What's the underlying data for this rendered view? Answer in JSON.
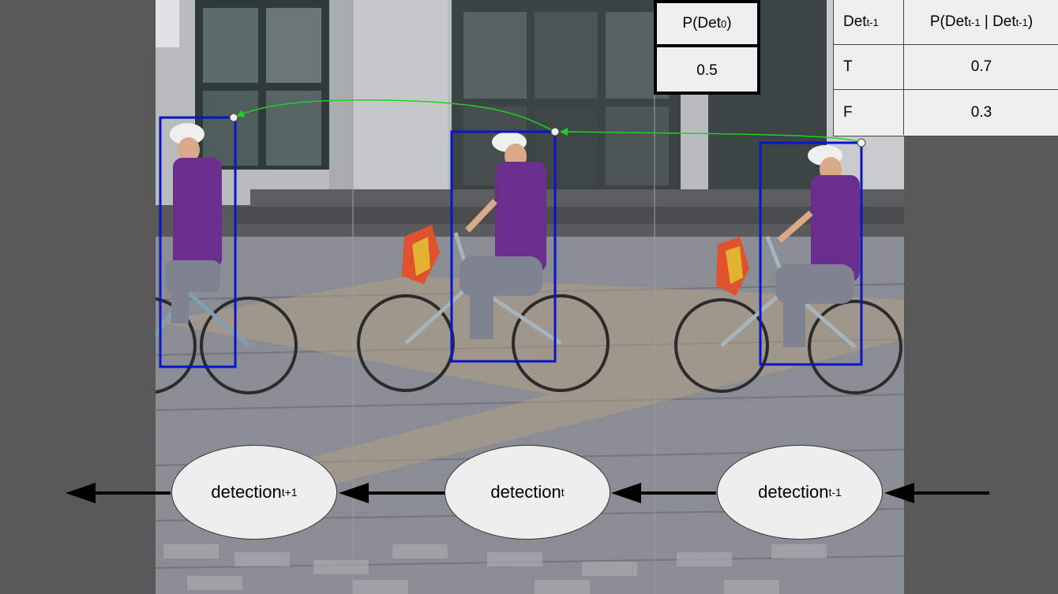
{
  "prior_table": {
    "header_main": "P(Det",
    "header_sub": "0",
    "header_close": ")",
    "value": "0.5"
  },
  "cpt": {
    "col1_main": "Det",
    "col1_sub": "t-1",
    "col2_p1": "P(Det",
    "col2_sub1": "t-1",
    "col2_mid": " | Det",
    "col2_sub2": "t-1",
    "col2_close": ")",
    "rows": [
      {
        "state": "T",
        "prob": "0.7"
      },
      {
        "state": "F",
        "prob": "0.3"
      }
    ]
  },
  "nodes": [
    {
      "main": "detection",
      "sub": "t+1"
    },
    {
      "main": "detection",
      "sub": "t"
    },
    {
      "main": "detection",
      "sub": "t-1"
    }
  ],
  "colors": {
    "background": "#595959",
    "bbox": "#0a14c8",
    "track_link": "#22d022",
    "arrow": "#000000",
    "node_fill": "#eeeeee"
  }
}
